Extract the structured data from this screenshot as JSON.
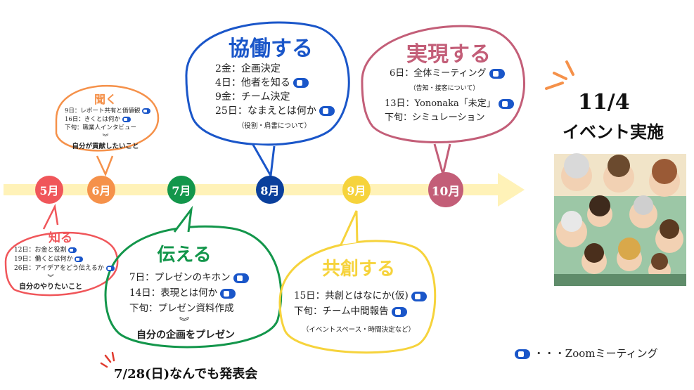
{
  "months": {
    "may": "5月",
    "jun": "6月",
    "jul": "7月",
    "aug": "8月",
    "sep": "9月",
    "oct": "10月"
  },
  "colors": {
    "may": "#f0565a",
    "jun": "#f5914a",
    "jul": "#13964b",
    "aug": "#0a3f9c",
    "sep": "#f6d33c",
    "oct": "#c35e78",
    "arrow": "#fff2b8",
    "zoom": "#1a56c9"
  },
  "shiru": {
    "title": "知る",
    "items": [
      "12日：お金と役割",
      "19日：働くとは何か",
      "26日：アイデアをどう伝えるか"
    ],
    "result": "自分のやりたいこと"
  },
  "kiku": {
    "title": "聞く",
    "items": [
      "9日：レポート共有と価値観",
      "16日：きくとは何か",
      "下旬：職業人インタビュー"
    ],
    "result": "自分が貢献したいこと"
  },
  "tsutaeru": {
    "title": "伝える",
    "items": [
      "7日：プレゼンのキホン",
      "14日：表現とは何か",
      "下旬：プレゼン資料作成"
    ],
    "result": "自分の企画をプレゼン"
  },
  "kyodo": {
    "title": "協働する",
    "items": [
      "2金：企画決定",
      "4日：他者を知る",
      "9金：チーム決定",
      "25日：なまえとは何か"
    ],
    "note": "（役割・肩書について）"
  },
  "kyoso": {
    "title": "共創する",
    "items": [
      "15日：共創とはなにか(仮)",
      "下旬：チーム中間報告"
    ],
    "note": "（イベントスペース・時間決定など）"
  },
  "jitsugen": {
    "title": "実現する",
    "items": [
      "6日：全体ミーティング",
      "13日：Yononaka「未定」",
      "下旬：シミュレーション"
    ],
    "note": "（告知・接客について）"
  },
  "event": {
    "date": "11/4",
    "label": "イベント実施"
  },
  "presentation": "7/28(日)なんでも発表会",
  "legend": {
    "dots": "・・・",
    "label": "Zoomミーティング"
  }
}
